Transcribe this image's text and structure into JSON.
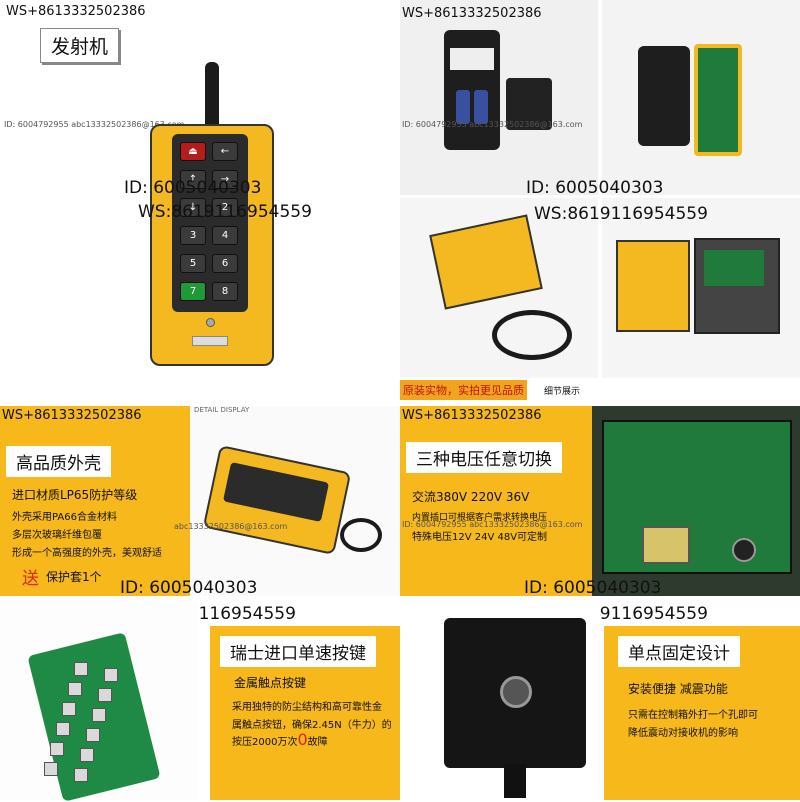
{
  "watermarks": {
    "phone": "WS+8613332502386",
    "id": "ID: 6005040303",
    "ws": "WS:8619116954559",
    "email_small": "ID: 6004792955 abc13332502386@163.com",
    "email_short": "abc13332502386@163.com"
  },
  "panel_transmitter": {
    "title": "发射机"
  },
  "panel_real": {
    "caption": "原装实物，实拍更见品质",
    "detail": "细节展示"
  },
  "panel_shell": {
    "title": "高品质外壳",
    "lines": [
      "进口材质LP65防护等级",
      "外壳采用PA66合金材料",
      "多层次玻璃纤维包覆",
      "形成一个高强度的外壳，美观舒适"
    ],
    "promo_red": "送",
    "promo_text": "保护套1个"
  },
  "panel_detail": {
    "label": "DETAIL DISPLAY"
  },
  "panel_voltage": {
    "title": "三种电压任意切换",
    "line1": "交流380V 220V 36V",
    "line2": "内置插口可根据客户需求转换电压",
    "line3": "特殊电压12V 24V  48V可定制"
  },
  "panel_button": {
    "title": "瑞士进口单速按键",
    "subtitle": "金属触点按键",
    "line1": "采用独特的防尘结构和高可靠性金",
    "line2a": "属触点按钮，确保2.45N（牛力）的",
    "line3a": "按压2000万次",
    "line3red": "0",
    "line3b": "故障"
  },
  "panel_mount": {
    "title": "单点固定设计",
    "subtitle": "安装便捷  减震功能",
    "line1": "只需在控制箱外打一个孔即可",
    "line2": "降低震动对接收机的影响"
  },
  "remote_buttons": [
    "⏏",
    "←",
    "↑",
    "→",
    "↓",
    "2",
    "3",
    "4",
    "5",
    "6",
    "7",
    "8"
  ],
  "colors": {
    "yellow": "#f6b81a",
    "orange_caption": "#f1a51e",
    "pcb_green": "#1f7a3c",
    "red_text": "#e0241b"
  }
}
